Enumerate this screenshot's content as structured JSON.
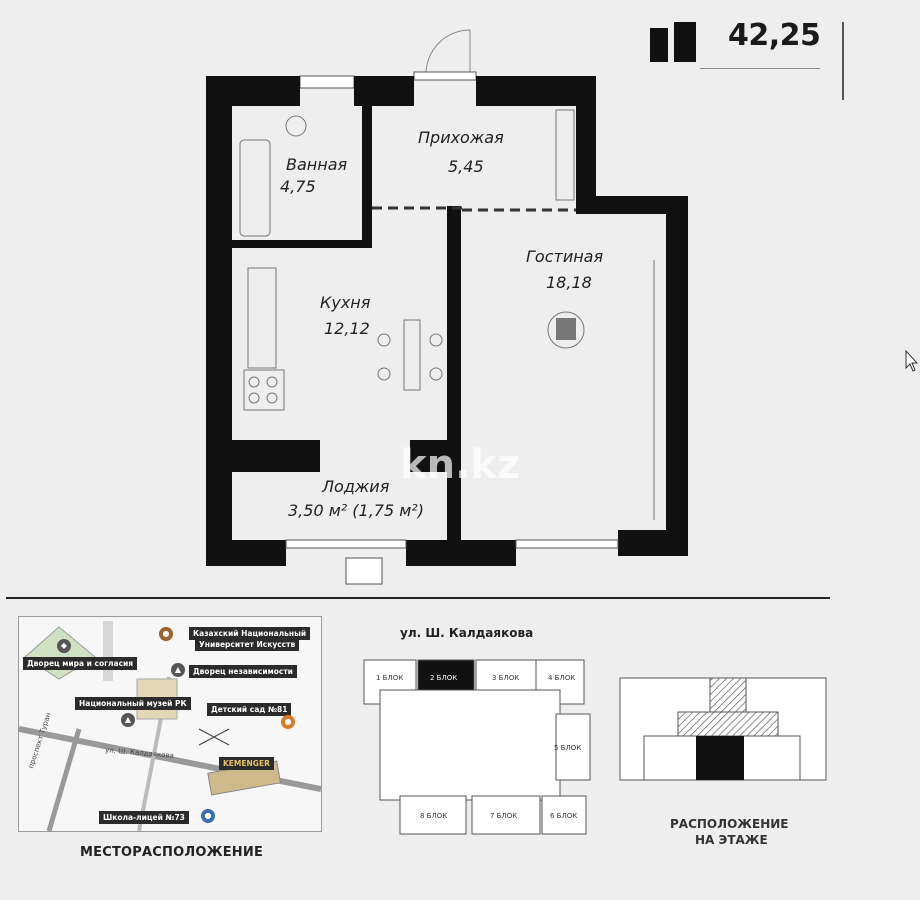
{
  "header": {
    "area_total": "42,25"
  },
  "rooms": [
    {
      "id": "bath",
      "name": "Ванная",
      "area": "4,75"
    },
    {
      "id": "hall",
      "name": "Прихожая",
      "area": "5,45"
    },
    {
      "id": "living",
      "name": "Гостиная",
      "area": "18,18"
    },
    {
      "id": "kitchen",
      "name": "Кухня",
      "area": "12,12"
    },
    {
      "id": "loggia",
      "name": "Лоджия",
      "area": "3,50 м² (1,75 м²)"
    }
  ],
  "watermark": "kn.kz",
  "map": {
    "caption": "МЕСТОРАСПОЛОЖЕНИЕ",
    "labels": {
      "palace_peace": "Дворец мира и согласия",
      "univ_line1": "Казахский Национальный",
      "univ_line2": "Университет Искусств",
      "palace_indep": "Дворец независимости",
      "museum": "Национальный музей РК",
      "kindergarten": "Детский сад №81",
      "kemenger": "KEMENGER",
      "school": "Школа-лицей №73",
      "street1": "ул. Ш. Калдаякова",
      "street2": "проспект Туран"
    }
  },
  "site_plan": {
    "street": "ул. Ш. Калдаякова",
    "blocks": [
      "1 БЛОК",
      "2 БЛОК",
      "3 БЛОК",
      "4 БЛОК",
      "5 БЛОК",
      "6 БЛОК",
      "7 БЛОК",
      "8 БЛОК"
    ],
    "selected_block": "2 БЛОК"
  },
  "floor_position": {
    "caption_line1": "РАСПОЛОЖЕНИЕ",
    "caption_line2": "НА ЭТАЖЕ"
  },
  "colors": {
    "wall": "#111111",
    "background": "#eeeeee",
    "tag": "#2b2b2b"
  }
}
